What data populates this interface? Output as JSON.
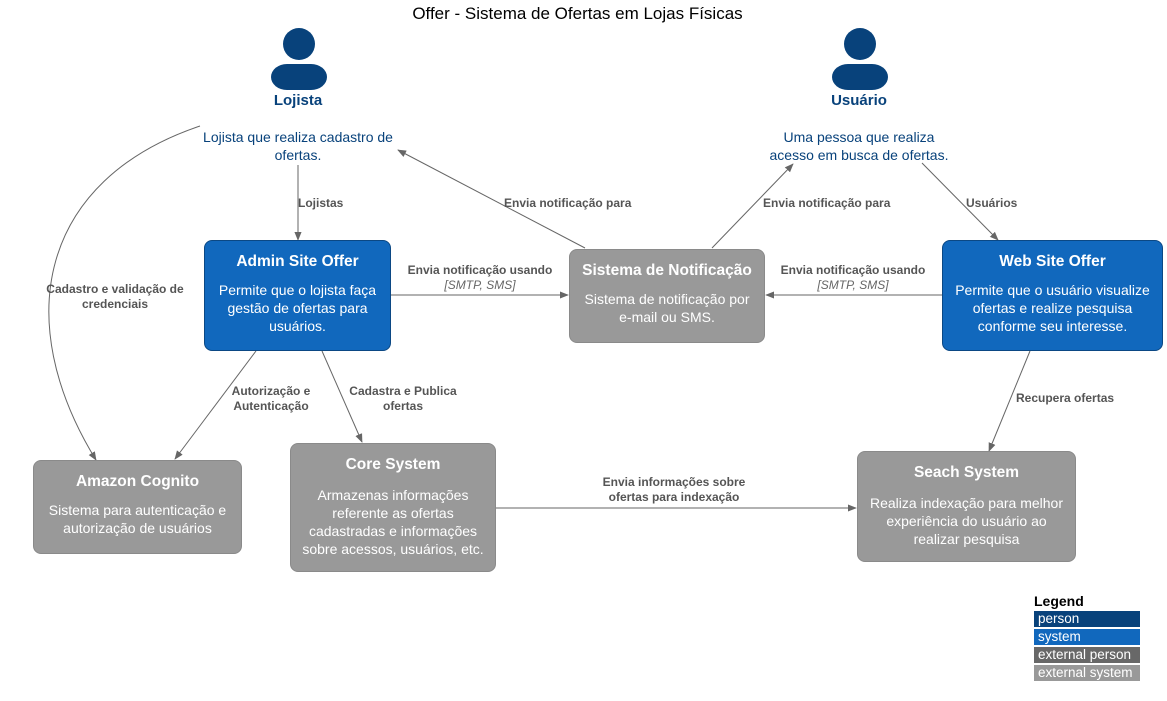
{
  "title": "Offer - Sistema de Ofertas em Lojas Físicas",
  "people": [
    {
      "name": "Lojista",
      "description": "Lojista que realiza cadastro de\nofertas.",
      "color": "#08427b"
    },
    {
      "name": "Usuário",
      "description": "Uma pessoa que realiza\nacesso em busca de ofertas.",
      "color": "#08427b"
    }
  ],
  "systems": {
    "admin": {
      "title": "Admin Site Offer",
      "description": "Permite que o lojista faça\ngestão de ofertas para\nusuários.",
      "kind": "system"
    },
    "notificacao": {
      "title": "Sistema de Notificação",
      "description": "Sistema de notificação por\ne-mail ou SMS.",
      "kind": "external system"
    },
    "web": {
      "title": "Web Site Offer",
      "description": "Permite que o usuário visualize\nofertas e realize pesquisa\nconforme seu interesse.",
      "kind": "system"
    },
    "cognito": {
      "title": "Amazon Cognito",
      "description": "Sistema para autenticação e\nautorização de usuários",
      "kind": "external system"
    },
    "core": {
      "title": "Core System",
      "description": "Armazenas informações\nreferente as ofertas\ncadastradas e informações\nsobre acessos, usuários, etc.",
      "kind": "external system"
    },
    "search": {
      "title": "Seach System",
      "description": "Realiza indexação para melhor\nexperiência do usuário ao\nrealizar pesquisa",
      "kind": "external system"
    }
  },
  "relations": {
    "lojista_admin": {
      "label": "Lojistas"
    },
    "lojista_cognito": {
      "label": "Cadastro e validação de\ncredenciais"
    },
    "notif_lojista": {
      "label": "Envia notificação para"
    },
    "notif_usuario": {
      "label": "Envia notificação para"
    },
    "usuario_web": {
      "label": "Usuários"
    },
    "admin_notif": {
      "label": "Envia notificação usando",
      "tech": "[SMTP, SMS]"
    },
    "web_notif": {
      "label": "Envia notificação usando",
      "tech": "[SMTP, SMS]"
    },
    "admin_cognito": {
      "label": "Autorização e\nAutenticação"
    },
    "admin_core": {
      "label": "Cadastra e Publica\nofertas"
    },
    "web_search": {
      "label": "Recupera ofertas"
    },
    "core_search": {
      "label": "Envia informações sobre\nofertas para indexação"
    }
  },
  "legend": {
    "title": "Legend",
    "items": [
      {
        "label": "person",
        "color": "#08427b"
      },
      {
        "label": "system",
        "color": "#1168bd"
      },
      {
        "label": "external person",
        "color": "#686868"
      },
      {
        "label": "external system",
        "color": "#999999"
      }
    ]
  }
}
